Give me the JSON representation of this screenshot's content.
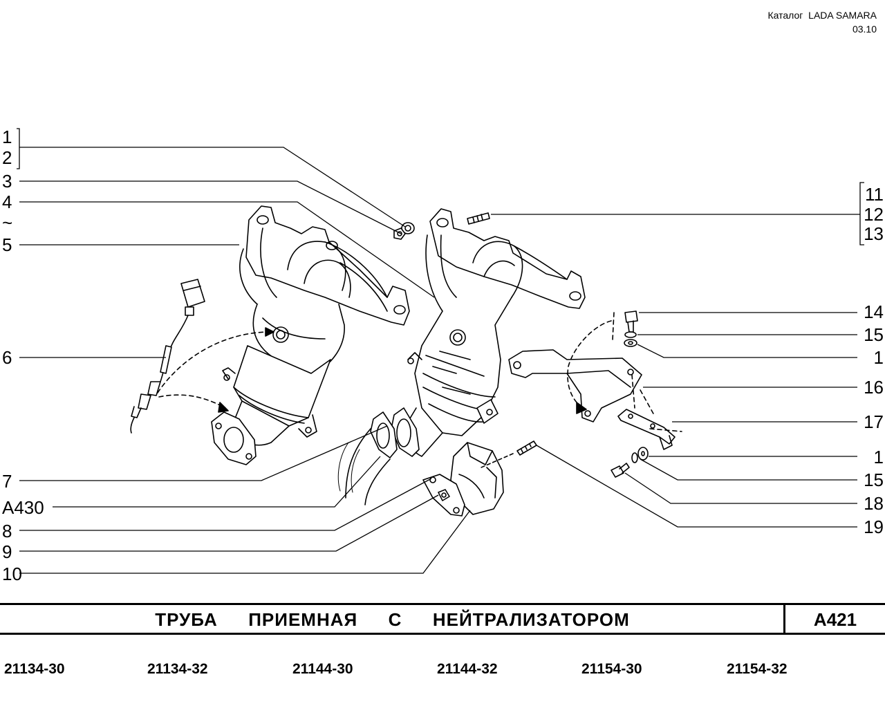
{
  "header": {
    "catalog": "Каталог  LADA SAMARA",
    "date": "03.10"
  },
  "title": "ТРУБА  ПРИЕМНАЯ  С  НЕЙТРАЛИЗАТОРОМ",
  "page_code": "A421",
  "callouts": {
    "left": [
      "1",
      "2",
      "3",
      "4",
      "~",
      "5",
      "6",
      "7",
      "A430",
      "8",
      "9",
      "10"
    ],
    "right": [
      "11",
      "12",
      "13",
      "14",
      "15",
      "1",
      "16",
      "17",
      "1",
      "15",
      "18",
      "19"
    ]
  },
  "models": [
    "21134-30",
    "21134-32",
    "21144-30",
    "21144-32",
    "21154-30",
    "21154-32"
  ]
}
